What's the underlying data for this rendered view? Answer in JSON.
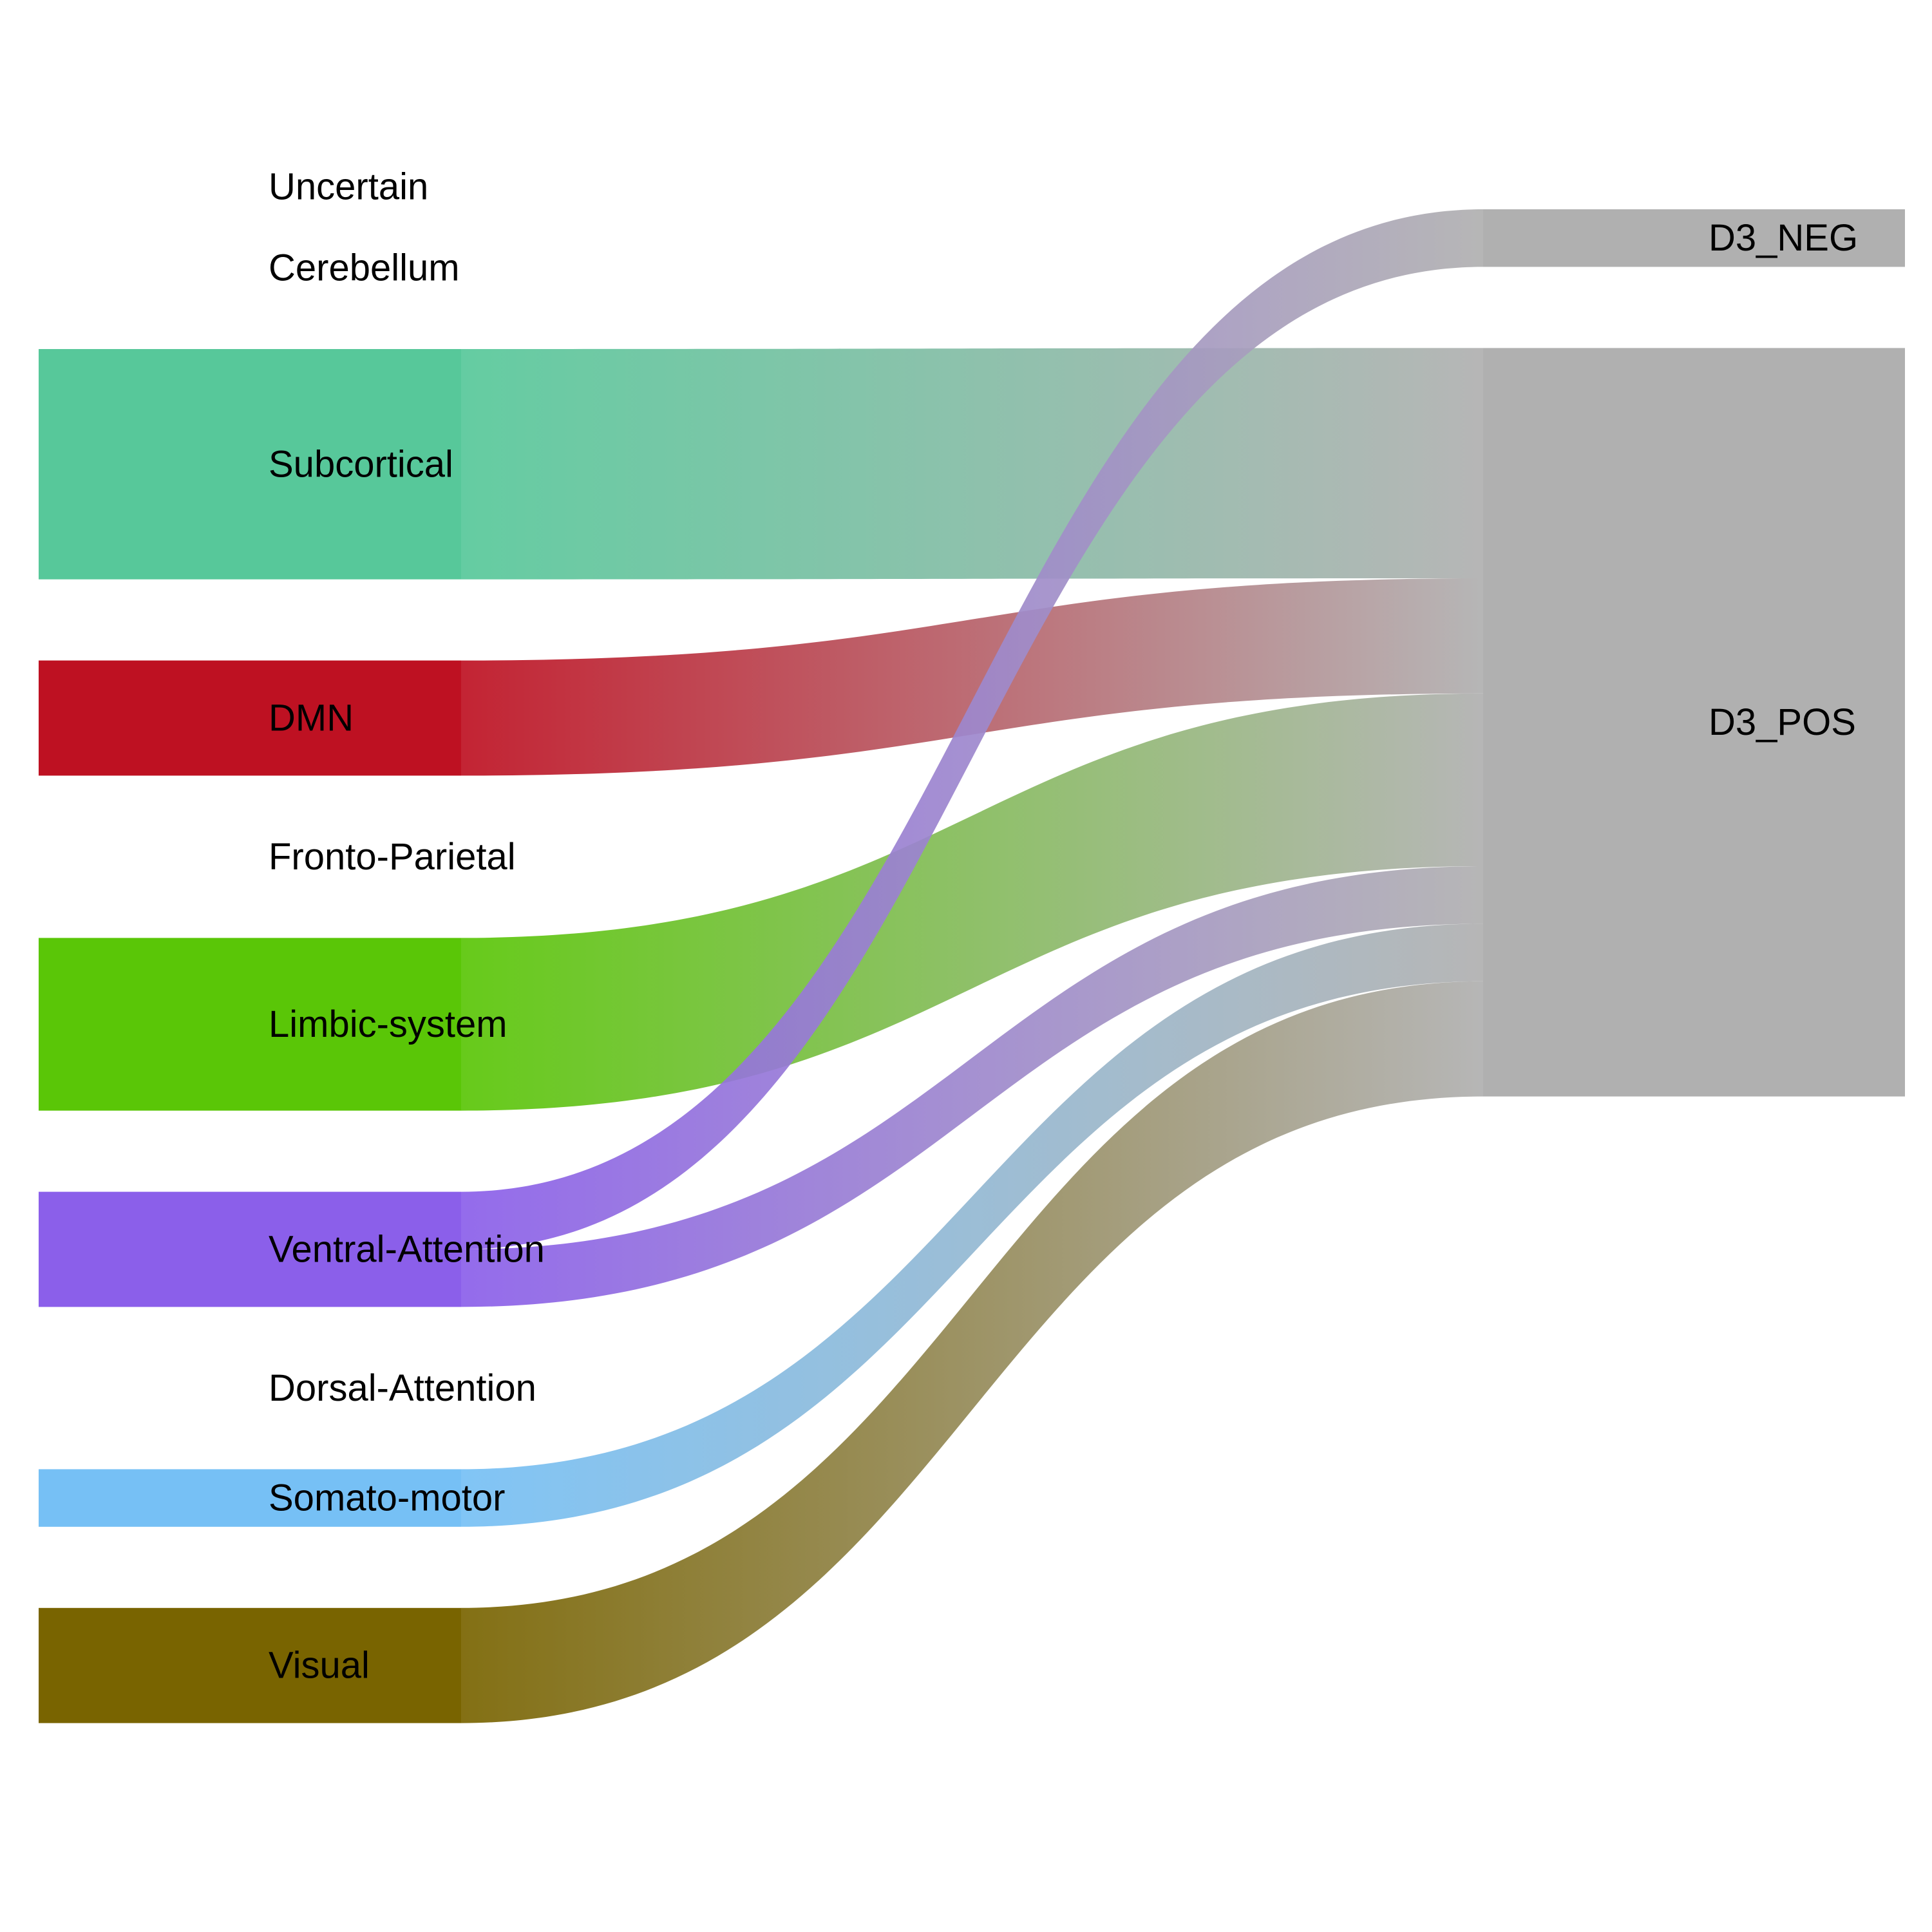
{
  "chart_data": {
    "type": "sankey",
    "title": "",
    "sources": [
      {
        "name": "Uncertain",
        "value": 0,
        "color": "#ffffff"
      },
      {
        "name": "Cerebellum",
        "value": 0,
        "color": "#ffffff"
      },
      {
        "name": "Subcortical",
        "value": 4,
        "color": "#57c89a"
      },
      {
        "name": "DMN",
        "value": 2,
        "color": "#be1122"
      },
      {
        "name": "Fronto-Parietal",
        "value": 0,
        "color": "#ffffff"
      },
      {
        "name": "Limbic-system",
        "value": 3,
        "color": "#5ac607"
      },
      {
        "name": "Ventral-Attention",
        "value": 2,
        "color": "#8b5fea"
      },
      {
        "name": "Dorsal-Attention",
        "value": 0,
        "color": "#ffffff"
      },
      {
        "name": "Somato-motor",
        "value": 1,
        "color": "#76c0f5"
      },
      {
        "name": "Visual",
        "value": 2,
        "color": "#796400"
      }
    ],
    "targets": [
      {
        "name": "D3_NEG",
        "value": 1,
        "color": "#b0b0b0"
      },
      {
        "name": "D3_POS",
        "value": 13,
        "color": "#b0b0b0"
      }
    ],
    "links": [
      {
        "source": "Subcortical",
        "target": "D3_POS",
        "value": 4
      },
      {
        "source": "DMN",
        "target": "D3_POS",
        "value": 2
      },
      {
        "source": "Limbic-system",
        "target": "D3_POS",
        "value": 3
      },
      {
        "source": "Ventral-Attention",
        "target": "D3_NEG",
        "value": 1
      },
      {
        "source": "Ventral-Attention",
        "target": "D3_POS",
        "value": 1
      },
      {
        "source": "Somato-motor",
        "target": "D3_POS",
        "value": 1
      },
      {
        "source": "Visual",
        "target": "D3_POS",
        "value": 2
      }
    ]
  }
}
